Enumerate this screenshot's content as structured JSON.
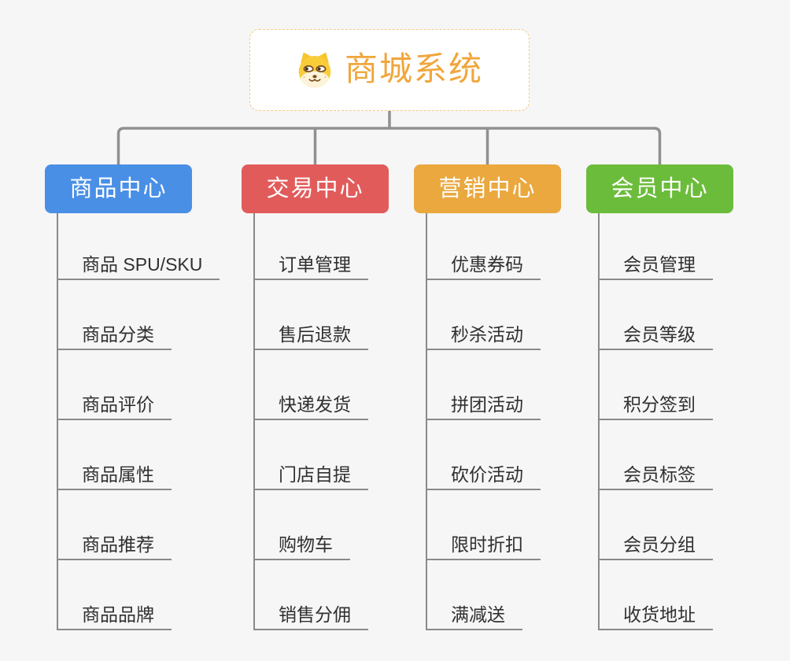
{
  "page": {
    "background_color": "#F6F6F6"
  },
  "root": {
    "label": "商城系统",
    "icon": "dog-face-icon",
    "text_color": "#F0A63C",
    "border_color": "#F2C983"
  },
  "branches": [
    {
      "label": "商品中心",
      "color": "#4A8FE6",
      "items": [
        "商品 SPU/SKU",
        "商品分类",
        "商品评价",
        "商品属性",
        "商品推荐",
        "商品品牌"
      ]
    },
    {
      "label": "交易中心",
      "color": "#E25B5B",
      "items": [
        "订单管理",
        "售后退款",
        "快递发货",
        "门店自提",
        "购物车",
        "销售分佣"
      ]
    },
    {
      "label": "营销中心",
      "color": "#EAA83E",
      "items": [
        "优惠券码",
        "秒杀活动",
        "拼团活动",
        "砍价活动",
        "限时折扣",
        "满减送"
      ]
    },
    {
      "label": "会员中心",
      "color": "#6CBC3C",
      "items": [
        "会员管理",
        "会员等级",
        "积分签到",
        "会员标签",
        "会员分组",
        "收货地址"
      ]
    }
  ],
  "connectors": {
    "tree_color": "#909090",
    "leaf_line_color": "#8A8A8A"
  }
}
